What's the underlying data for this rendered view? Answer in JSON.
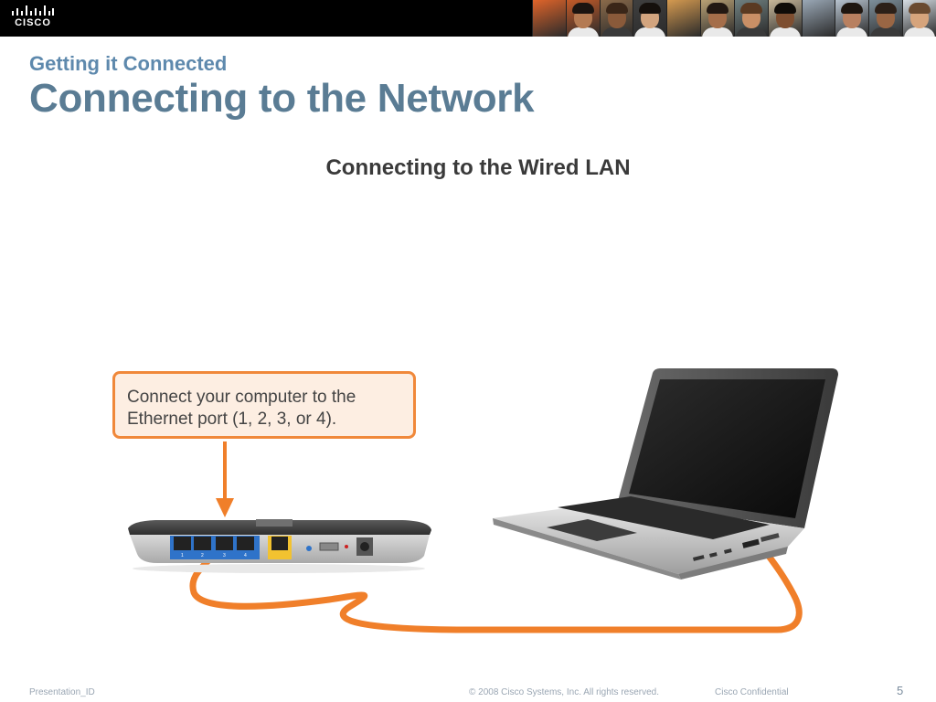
{
  "brand": {
    "logo_text": "CISCO",
    "icon": "cisco-logo-icon",
    "banner_colors": [
      "#e0642a",
      "#c45a28",
      "#8a6a4a",
      "#3f3f3f",
      "#d59a50",
      "#b8a074",
      "#6f8080",
      "#c8b89a",
      "#9aa8b6",
      "#b7c3cf",
      "#7d8f9b",
      "#d6dde3"
    ]
  },
  "slide": {
    "subtitle": "Getting it Connected",
    "title": "Connecting to the Network",
    "figure_title": "Connecting to the Wired LAN",
    "callout_text": "Connect your computer to the Ethernet port (1, 2, 3, or 4).",
    "router_icon": "router-icon",
    "laptop_icon": "laptop-icon",
    "cable_color": "#f07f2a",
    "router_port_labels": [
      "1",
      "2",
      "3",
      "4"
    ]
  },
  "footer": {
    "presentation_id": "Presentation_ID",
    "copyright": "© 2008 Cisco Systems, Inc. All rights reserved.",
    "confidential": "Cisco Confidential",
    "page_number": "5"
  }
}
